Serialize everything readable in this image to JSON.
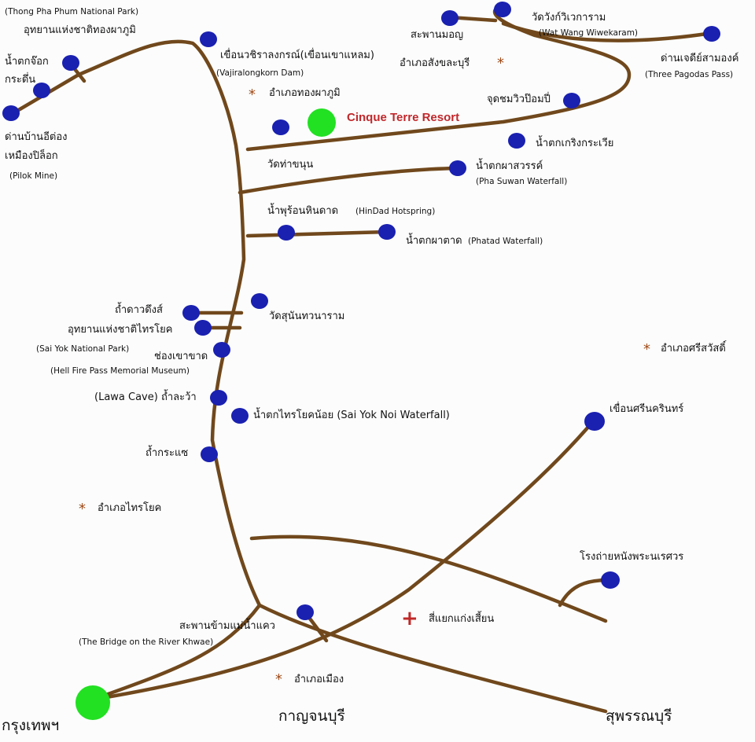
{
  "colors": {
    "road": "#70481c",
    "poi": "#1a20b0",
    "city": "#22e022",
    "resort_text": "#c0282c",
    "district_star": "#a04a18",
    "junction_cross": "#c02828"
  },
  "labels": {
    "thong_pha_phum_park_en": "(Thong Pha Phum National Park)",
    "thong_pha_phum_park_th": "อุทยานแห่งชาติทองผาภูมิ",
    "kradueng_waterfall_1": "น้ำตกจ๊อก",
    "kradueng_waterfall_2": "กระดึ่น",
    "ban_i_tong_1": "ด่านบ้านอีต่อง",
    "ban_i_tong_2": "เหมืองปิล็อก",
    "pilok_mine_en": "(Pilok Mine)",
    "vajiralongkorn_dam_th": "เขื่อนวชิราลงกรณ์(เขื่อนเขาแหลม)",
    "vajiralongkorn_dam_en": "(Vajiralongkorn Dam)",
    "thong_pha_phum_district": "อำเภอทองผาภูมิ",
    "cinque_terre_resort": "Cinque Terre Resort",
    "mon_bridge": "สะพานมอญ",
    "wat_wang_th": "วัดวังก์วิเวการาม",
    "wat_wang_en": "(Wat Wang Wiwekaram)",
    "sangkhla_district": "อำเภอสังขละบุรี",
    "three_pagodas_th": "ด่านเจดีย์สามองค์",
    "three_pagodas_en": "(Three Pagodas Pass)",
    "viewpoint": "จุดชมวิวป๊อมปี่",
    "kroeng_krawia": "น้ำตกเกริงกระเวีย",
    "wat_tha_khanun": "วัดท่าขนุน",
    "pha_suwan_th": "น้ำตกผาสวรรค์",
    "pha_suwan_en": "(Pha Suwan Waterfall)",
    "hindad_th": "น้ำพุร้อนหินดาด",
    "hindad_en": "(HinDad Hotspring)",
    "phatad_th": "น้ำตกผาตาด",
    "phatad_en": "(Phatad Waterfall)",
    "wat_sunanthawanaram": "วัดสุนันทวนาราม",
    "dao_dueng_cave": "ถ้ำดาวดึงส์",
    "sai_yok_park_th": "อุทยานแห่งชาติไทรโยค",
    "sai_yok_park_en": "(Sai Yok National Park)",
    "hellfire_th": "ช่องเขาขาด",
    "hellfire_en": "(Hell Fire Pass Memorial Museum)",
    "lawa_cave": "(Lawa Cave) ถ้ำละว้า",
    "sai_yok_noi": "น้ำตกไทรโยคน้อย (Sai Yok Noi Waterfall)",
    "krasae_cave": "ถ้ำกระแซ",
    "sai_yok_district": "อำเภอไทรโยค",
    "si_sawat_district": "อำเภอศรีสวัสดิ์",
    "srinagarind_dam": "เขื่อนศรีนครินทร์",
    "naresuan_film": "โรงถ่ายหนังพระนเรศวร",
    "kaeng_sian_junction": "สี่แยกแก่งเสี้ยน",
    "river_kwai_bridge_th": "สะพานข้ามแม่น้ำแคว",
    "river_kwai_bridge_en": "(The Bridge on the River Khwae)",
    "mueang_district": "อำเภอเมือง",
    "kanchanaburi": "กาญจนบุรี",
    "bangkok": "กรุงเทพฯ",
    "suphan_buri": "สุพรรณบุรี",
    "star_glyph": "*",
    "cross_glyph": "+"
  }
}
